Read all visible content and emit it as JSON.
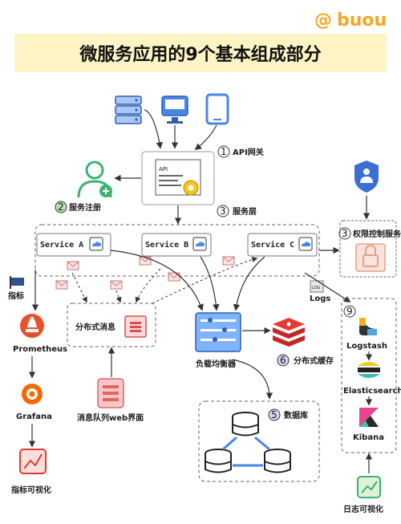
{
  "brand": {
    "at": "@",
    "name": "buou"
  },
  "title": "微服务应用的9个基本组成部分",
  "labels": {
    "api_gateway": "API网关",
    "api_num": "1",
    "registry": "服务注册",
    "registry_num": "2",
    "service_layer": "服务层",
    "service_num": "3",
    "auth": "权限控制服务",
    "auth_num": "3",
    "service_a": "Service A",
    "service_b": "Service B",
    "service_c": "Service C",
    "api_screen": "API",
    "metrics": "指标",
    "prometheus": "Prometheus",
    "grafana": "Grafana",
    "metrics_viz": "指标可视化",
    "mq": "分布式消息",
    "mq_web": "消息队列web界面",
    "load_balancer": "负载均衡器",
    "cache": "分布式缓存",
    "cache_num": "6",
    "database": "数据库",
    "database_num": "5",
    "logs": "Logs",
    "log_tag": "LOG",
    "logging_num": "9",
    "logstash": "Logstash",
    "elasticsearch": "Elasticsearch",
    "kibana": "Kibana",
    "log_viz": "日志可视化"
  },
  "colors": {
    "title_bg": "#fdf3c4",
    "accent_orange": "#f5a623",
    "blue": "#4a86e8",
    "green": "#3cb371",
    "red": "#e53935",
    "prometheus": "#e6522c",
    "grafana": "#f46800",
    "navy": "#2f4f8f",
    "mail_pink": "#e9a6a6"
  },
  "icons": [
    "server-icon",
    "monitor-icon",
    "tablet-icon",
    "gear-icon",
    "user-add-icon",
    "shield-user-icon",
    "cloud-chip-icon",
    "lock-icon",
    "mail-icon",
    "flag-icon",
    "prometheus-icon",
    "grafana-icon",
    "chart-icon",
    "queue-icon",
    "load-balancer-icon",
    "redis-icon",
    "database-icon",
    "logstash-icon",
    "elasticsearch-icon",
    "kibana-icon"
  ]
}
